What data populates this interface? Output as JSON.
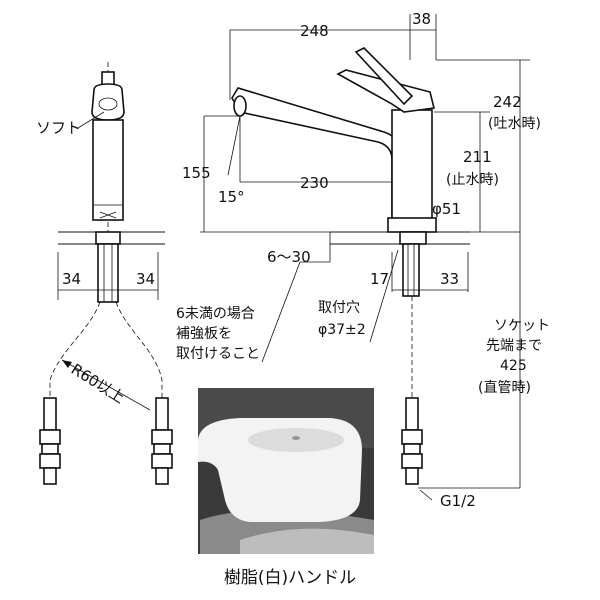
{
  "dimensions": {
    "spout_length": "248",
    "handle_offset": "38",
    "height_spout_open": "242",
    "spout_open_note": "(吐水時)",
    "height_closed": "211",
    "closed_note": "(止水時)",
    "spout_height": "155",
    "spout_angle": "15°",
    "spout_reach": "230",
    "body_diameter": "φ51",
    "left_width_a": "34",
    "left_width_b": "34",
    "counter_thickness": "6〜30",
    "right_width_a": "17",
    "right_width_b": "33",
    "mounting_hole_label": "取付穴",
    "mounting_hole_size": "φ37±2",
    "bend_radius": "R60以上",
    "thread_size": "G1/2"
  },
  "notes": {
    "soft_label": "ソフト",
    "reinforce_line1": "6未満の場合",
    "reinforce_line2": "補強板を",
    "reinforce_line3": "取付けること",
    "socket_line1": "ソケット",
    "socket_line2": "先端まで",
    "socket_line3": "425",
    "socket_line4": "(直管時)"
  },
  "photo": {
    "caption": "樹脂(白)ハンドル"
  }
}
